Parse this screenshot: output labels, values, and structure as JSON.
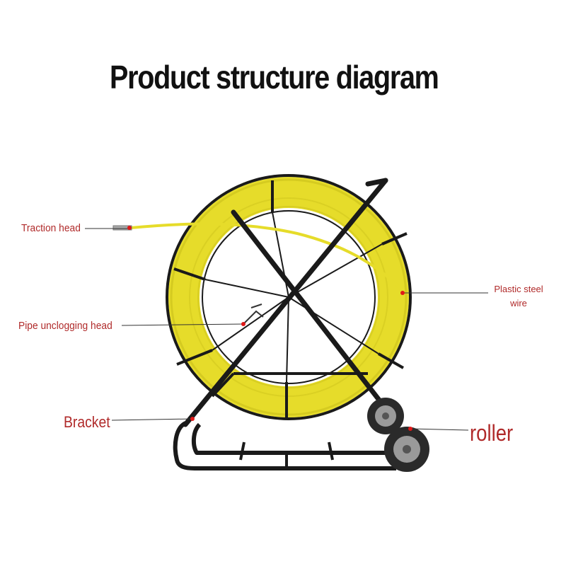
{
  "title": "Product structure diagram",
  "labels": {
    "traction_head": "Traction head",
    "pipe_unclogging_head": "Pipe unclogging head",
    "bracket": "Bracket",
    "plastic_steel_wire": "Plastic steel wire",
    "roller": "roller"
  },
  "colors": {
    "wire_yellow": "#e6dc2a",
    "frame_black": "#1a1a1a",
    "label_red": "#b02a2a",
    "marker_red": "#e01818"
  }
}
